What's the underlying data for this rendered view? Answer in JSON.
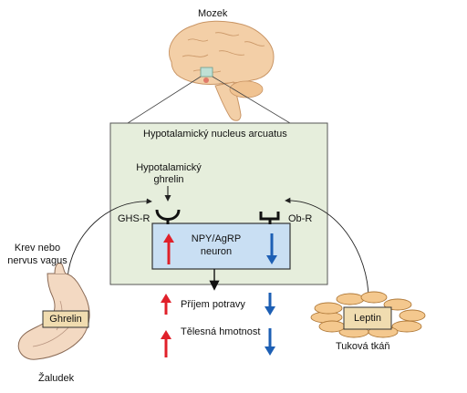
{
  "labels": {
    "brain": "Mozek",
    "nucleus": "Hypotalamický nucleus arcuatus",
    "hypo_ghrelin_line1": "Hypotalamický",
    "hypo_ghrelin_line2": "ghrelin",
    "ghs_r": "GHS-R",
    "ob_r": "Ob-R",
    "neuron_line1": "NPY/AgRP",
    "neuron_line2": "neuron",
    "blood_line1": "Krev nebo",
    "blood_line2": "nervus vagus",
    "ghrelin": "Ghrelin",
    "leptin": "Leptin",
    "food_intake": "Příjem potravy",
    "body_weight": "Tělesná hmotnost",
    "stomach": "Žaludek",
    "adipose": "Tuková tkáň"
  },
  "colors": {
    "box_fill": "#e6eedc",
    "neuron_fill": "#c9dff3",
    "label_box_fill": "#f0dcb0",
    "brain_fill": "#f3cfa7",
    "up_arrow": "#e0202a",
    "down_arrow": "#1d5fb4",
    "fat_fill": "#f4c88e"
  }
}
